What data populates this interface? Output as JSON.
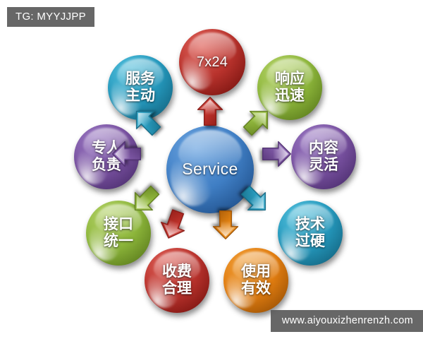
{
  "overlays": {
    "top_left_tag": "TG: MYYJJPP",
    "bottom_right_watermark": "www.aiyouxizhenrenzh.com"
  },
  "diagram": {
    "type": "radial-hub-and-spoke",
    "center": {
      "label": "Service",
      "color": "#3f7fc4",
      "color_dark": "#2a5c99"
    },
    "nodes": [
      {
        "id": "node-7x24",
        "label": "7x24",
        "line1": "7x24",
        "line2": "",
        "color": "#cf3b38",
        "color_dark": "#8d1f1d",
        "lang": "en"
      },
      {
        "id": "node-xiangying",
        "label": "响应迅速",
        "line1": "响应",
        "line2": "迅速",
        "color": "#9dc council"
      }
    ]
  }
}
